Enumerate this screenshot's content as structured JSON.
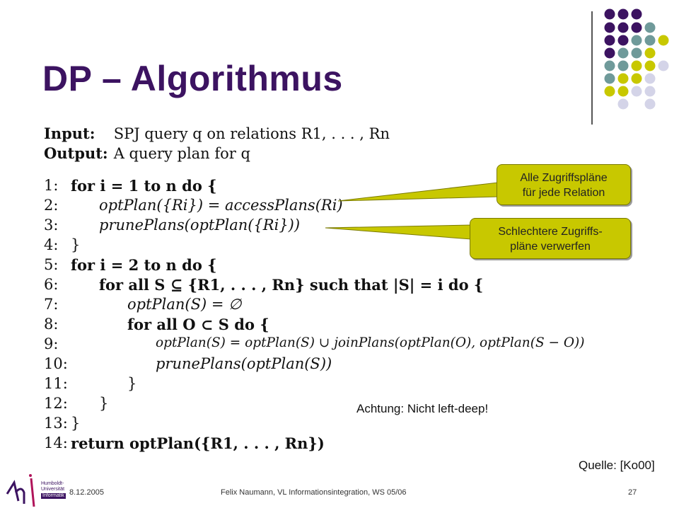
{
  "slide": {
    "title": "DP – Algorithmus",
    "callouts": [
      {
        "line1": "Alle Zugriffspläne",
        "line2": "für jede Relation"
      },
      {
        "line1": "Schlechtere Zugriffs-",
        "line2": "pläne verwerfen"
      }
    ],
    "note": "Achtung: Nicht left-deep!",
    "source": "Quelle: [Ko00]"
  },
  "algorithm": {
    "input_label": "Input:",
    "input_text": "SPJ query q on relations R1, . . . , Rn",
    "output_label": "Output:",
    "output_text": "A query plan for q",
    "lines": [
      {
        "num": "1:",
        "text": "for i = 1 to n do {"
      },
      {
        "num": "2:",
        "text": "optPlan({Ri}) = accessPlans(Ri)"
      },
      {
        "num": "3:",
        "text": "prunePlans(optPlan({Ri}))"
      },
      {
        "num": "4:",
        "text": "}"
      },
      {
        "num": "5:",
        "text": "for i = 2 to n do {"
      },
      {
        "num": "6:",
        "text": "for all S ⊆ {R1, . . . , Rn} such that |S| = i do {"
      },
      {
        "num": "7:",
        "text": "optPlan(S) = ∅"
      },
      {
        "num": "8:",
        "text": "for all O ⊂ S do {"
      },
      {
        "num": "9:",
        "text": "optPlan(S) = optPlan(S) ∪ joinPlans(optPlan(O), optPlan(S − O))"
      },
      {
        "num": "10:",
        "text": "prunePlans(optPlan(S))"
      },
      {
        "num": "11:",
        "text": "}"
      },
      {
        "num": "12:",
        "text": "}"
      },
      {
        "num": "13:",
        "text": "}"
      },
      {
        "num": "14:",
        "text": "return optPlan({R1, . . . , Rn})"
      }
    ]
  },
  "footer": {
    "date": "8.12.2005",
    "center": "Felix Naumann, VL Informationsintegration, WS 05/06",
    "page": "27",
    "logo_line1": "Humboldt-",
    "logo_line2": "Universität",
    "logo_line3": "Informatik"
  },
  "colors": {
    "title": "#3c1361",
    "callout": "#c8c800",
    "dot_purple": "#3c1361",
    "dot_teal": "#6f9a9a",
    "dot_yellow": "#c8c800",
    "dot_lavender": "#d4d4e8"
  }
}
